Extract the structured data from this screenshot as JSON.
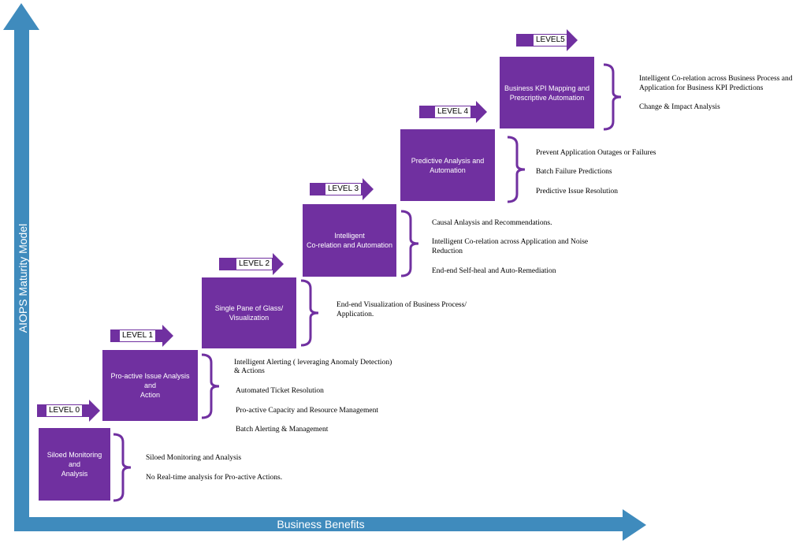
{
  "axes": {
    "y_label": "AIOPS Maturity Model",
    "x_label": "Business Benefits",
    "color": "#3f8bbd"
  },
  "accent_color": "#7030a0",
  "levels": [
    {
      "tag": "LEVEL 0",
      "title": "Siloed Monitoring and\nAnalysis",
      "benefits": [
        "Siloed Monitoring and Analysis",
        "No Real-time analysis for Pro-active Actions."
      ]
    },
    {
      "tag": "LEVEL 1",
      "title": "Pro-active Issue  Analysis and\nAction",
      "benefits": [
        "Intelligent Alerting ( leveraging Anomaly Detection)",
        "& Actions",
        "Automated Ticket Resolution",
        "Pro-active Capacity and Resource Management",
        "Batch Alerting & Management"
      ]
    },
    {
      "tag": "LEVEL 2",
      "title": "Single Pane of Glass/\nVisualization",
      "benefits": [
        "End-end Visualization of Business  Process/",
        "Application."
      ]
    },
    {
      "tag": "LEVEL 3",
      "title": "Intelligent\nCo-relation and Automation",
      "benefits": [
        "Causal Anlaysis and Recommendations.",
        "Intelligent Co-relation across Application and Noise",
        "Reduction",
        "End-end Self-heal and Auto-Remediation"
      ]
    },
    {
      "tag": "LEVEL 4",
      "title": "Predictive Analysis and\nAutomation",
      "benefits": [
        "Prevent Application Outages or Failures",
        "Batch Failure Predictions",
        "Predictive Issue Resolution"
      ]
    },
    {
      "tag": "LEVEL5",
      "title": "Business KPI Mapping and\nPrescriptive Automation",
      "benefits": [
        "Intelligent Co-relation across Business Process and",
        "Application for Business KPI Predictions",
        "Change & Impact Analysis"
      ]
    }
  ]
}
